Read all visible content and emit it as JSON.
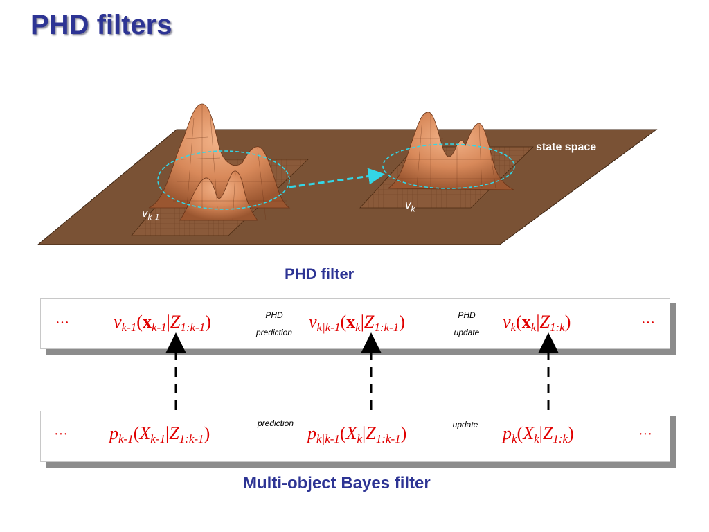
{
  "slide": {
    "title": "PHD filters"
  },
  "surface": {
    "label_state_space": "state space",
    "colors": {
      "plane": "#7a5235",
      "peak": "#d8895a",
      "mesh": "#5a2e14",
      "ellipse": "#33d6e6"
    }
  },
  "intensity_labels": {
    "prev": {
      "v": "v",
      "sub": "k-1"
    },
    "curr": {
      "v": "v",
      "sub": "k"
    }
  },
  "phd_box": {
    "caption": "PHD filter",
    "leading_dots": "···",
    "trailing_dots": "···",
    "prediction_label_top": "PHD",
    "prediction_label_bottom": "prediction",
    "update_label_top": "PHD",
    "update_label_bottom": "update",
    "terms": [
      {
        "f": "v",
        "fsub": "k-1",
        "open": "(",
        "x": "x",
        "xsub": "k-1",
        "bar": "|",
        "z": "Z",
        "zsub": "1:k-1",
        "close": ")"
      },
      {
        "f": "v",
        "fsub": "k|k-1",
        "open": "(",
        "x": "x",
        "xsub": "k",
        "bar": "|",
        "z": "Z",
        "zsub": "1:k-1",
        "close": ")"
      },
      {
        "f": "v",
        "fsub": "k",
        "open": "(",
        "x": "x",
        "xsub": "k",
        "bar": "|",
        "z": "Z",
        "zsub": "1:k",
        "close": ")"
      }
    ]
  },
  "bayes_box": {
    "caption": "Multi-object Bayes filter",
    "leading_dots": "···",
    "trailing_dots": "···",
    "prediction_label": "prediction",
    "update_label": "update",
    "terms": [
      {
        "f": "p",
        "fsub": "k-1",
        "open": "(",
        "x": "X",
        "xsub": "k-1",
        "bar": "|",
        "z": "Z",
        "zsub": "1:k-1",
        "close": ")"
      },
      {
        "f": "p",
        "fsub": "k|k-1",
        "open": "(",
        "x": "X",
        "xsub": "k",
        "bar": "|",
        "z": "Z",
        "zsub": "1:k-1",
        "close": ")"
      },
      {
        "f": "p",
        "fsub": "k",
        "open": "(",
        "x": "X",
        "xsub": "k",
        "bar": "|",
        "z": "Z",
        "zsub": "1:k",
        "close": ")"
      }
    ]
  },
  "colors": {
    "title": "#2d3494",
    "formula": "#e00000",
    "shadow": "#8c8c8c"
  }
}
